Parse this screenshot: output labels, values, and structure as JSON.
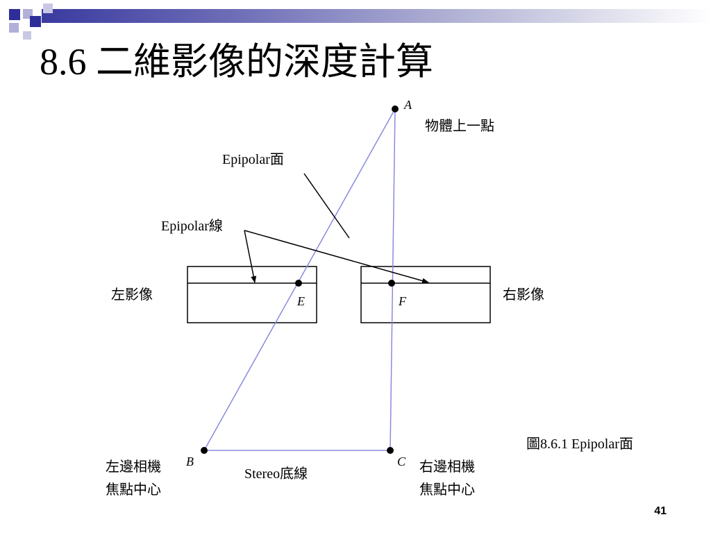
{
  "slide": {
    "title": "8.6 二維影像的深度計算",
    "page_number": "41"
  },
  "diagram": {
    "points": {
      "A": "A",
      "B": "B",
      "C": "C",
      "E": "E",
      "F": "F"
    },
    "labels": {
      "object_point": "物體上一點",
      "epipolar_plane": "Epipolar面",
      "epipolar_line": "Epipolar線",
      "left_image": "左影像",
      "right_image": "右影像",
      "left_camera_line1": "左邊相機",
      "left_camera_line2": "焦點中心",
      "right_camera_line1": "右邊相機",
      "right_camera_line2": "焦點中心",
      "baseline": "Stereo底線",
      "caption": "圖8.6.1  Epipolar面"
    }
  },
  "colors": {
    "header_bar_dark": "#3a3aa0",
    "header_square_dark": "#2e2e9a",
    "header_square_light": "#b0b0d8",
    "triangle_lines": "#8a8ae0"
  }
}
